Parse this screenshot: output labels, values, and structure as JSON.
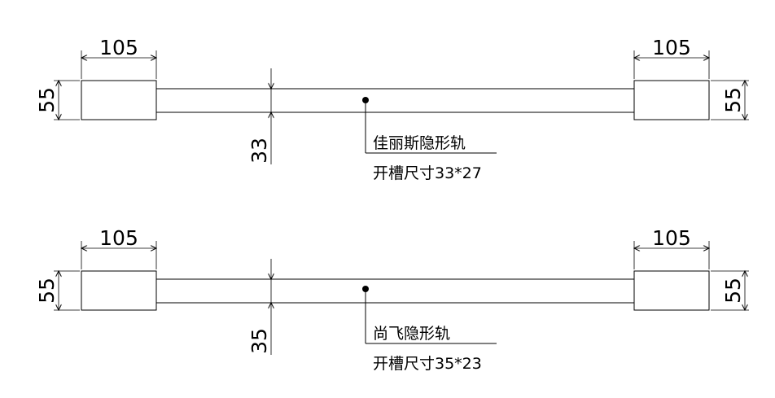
{
  "rails": [
    {
      "block_width": "105",
      "left_height": "55",
      "right_height": "55",
      "slot_depth": "33",
      "product_name": "佳丽斯隐形轨",
      "slot_size": "开槽尺寸33*27"
    },
    {
      "block_width": "105",
      "left_height": "55",
      "right_height": "55",
      "slot_depth": "35",
      "product_name": "尚飞隐形轨",
      "slot_size": "开槽尺寸35*23"
    }
  ]
}
